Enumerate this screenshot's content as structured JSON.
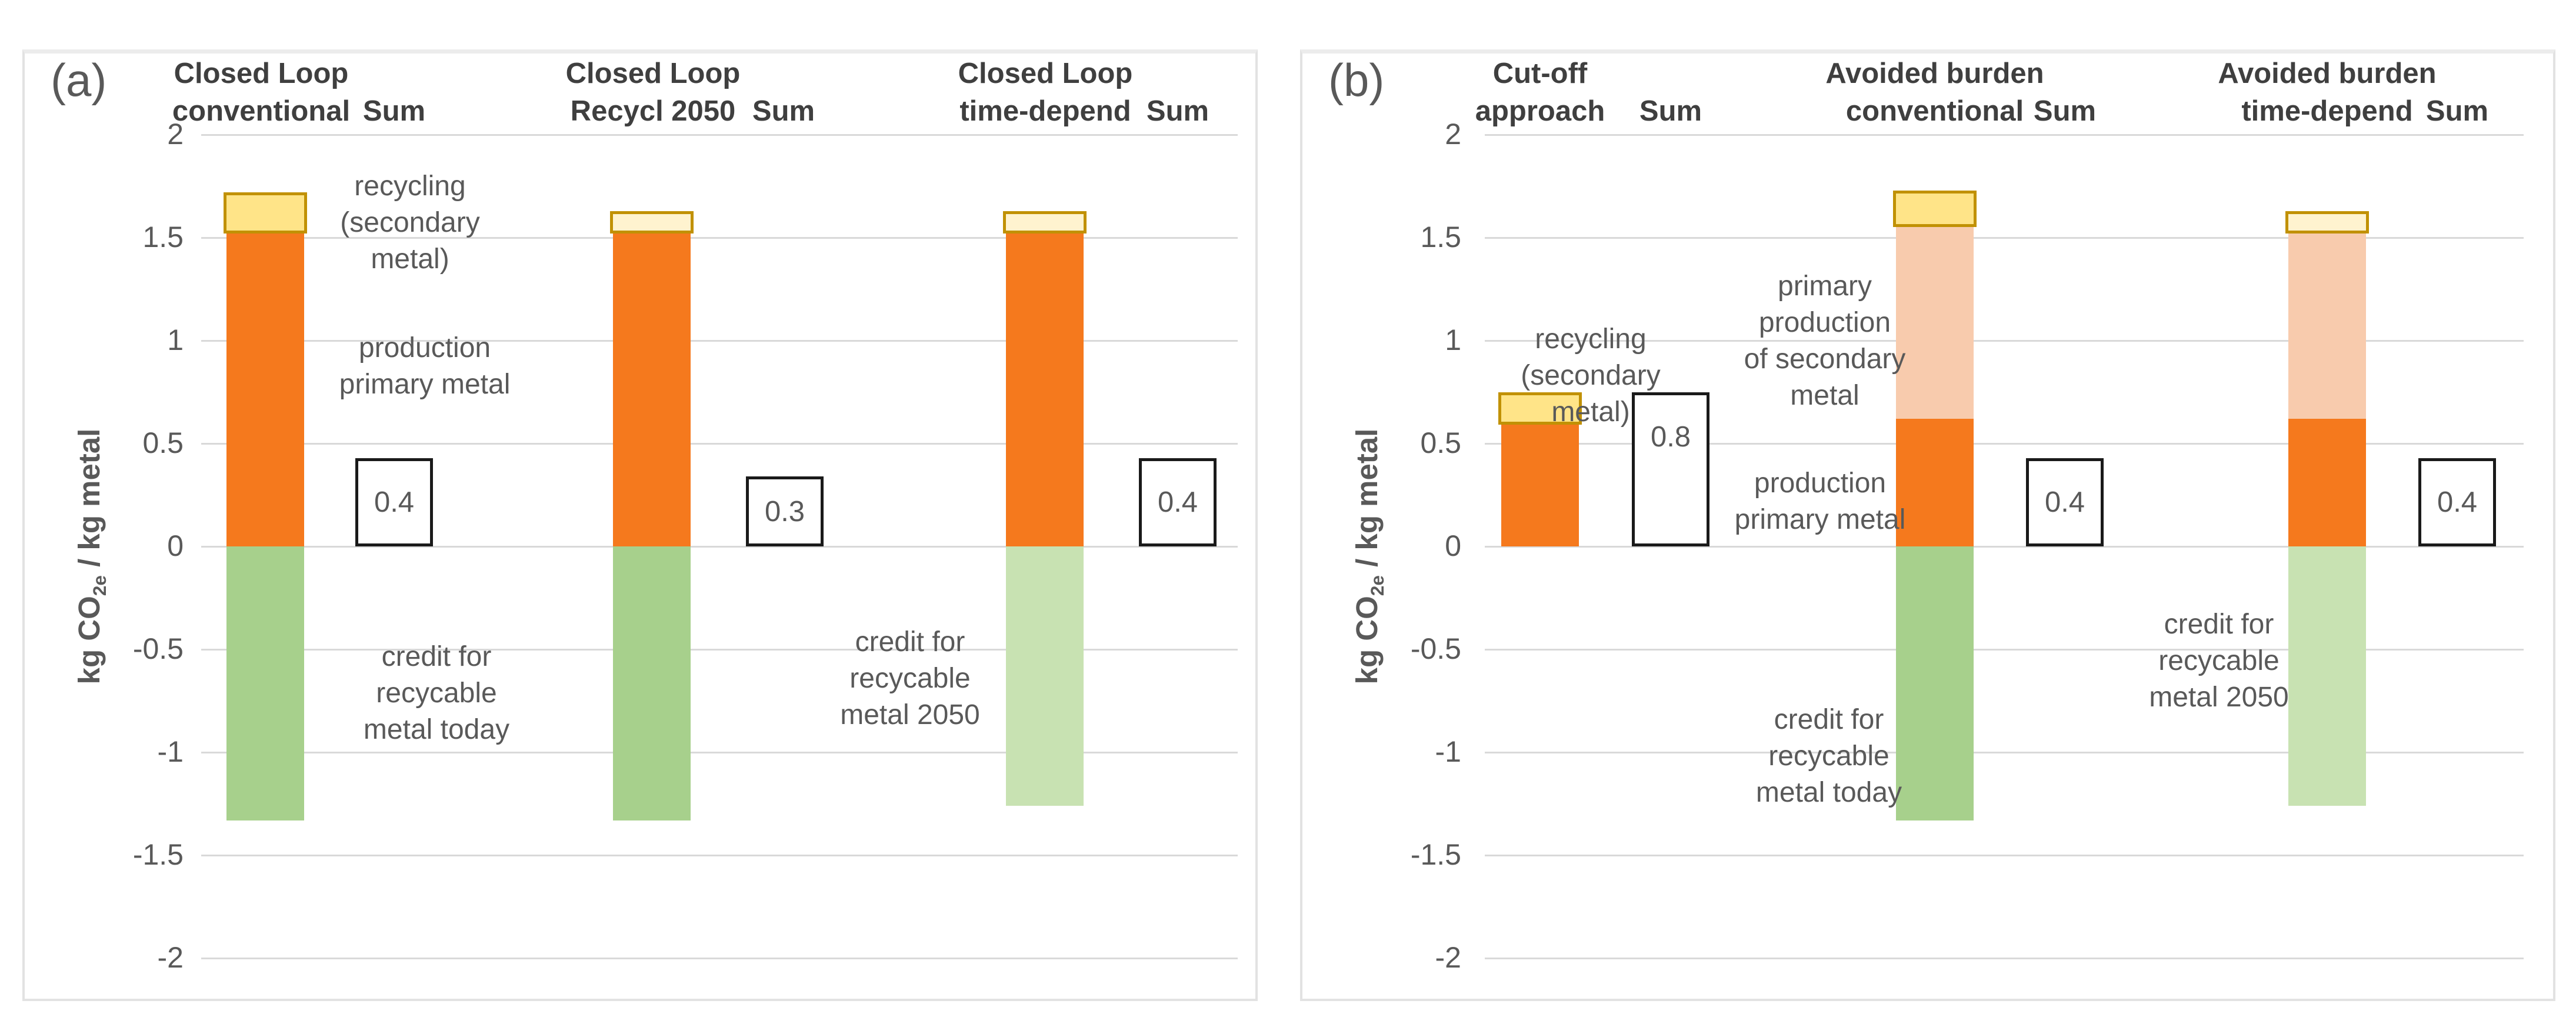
{
  "figure": {
    "background": "#FFFFFF",
    "panel_tags": [
      "(a)",
      "(b)"
    ],
    "axis": {
      "label": "kg CO2e / kg metal",
      "label_parts": {
        "pre": "kg CO",
        "sub": "2e",
        "post": " / kg metal"
      },
      "tick_labels": [
        "2",
        "1.5",
        "1",
        "0.5",
        "0",
        "-0.5",
        "-1",
        "-1.5",
        "-2"
      ],
      "tick_values": [
        2,
        1.5,
        1,
        0.5,
        0,
        -0.5,
        -1,
        -1.5,
        -2
      ],
      "ylim": [
        -2,
        2
      ]
    },
    "colors": {
      "orange": "#F5791D",
      "orange_light": "#F8CBAD",
      "gold": "#FFE488",
      "gold_pale": "#FFF3CF",
      "gold_border": "#C19104",
      "green": "#A7D08C",
      "green_light": "#C8E2B2",
      "grid": "#D9D9D9",
      "text": "#595959",
      "header_text": "#3F3F3F",
      "sum_box_border": "#1A1A1A",
      "card_border": "#E2E2E2"
    }
  },
  "chart_data": [
    {
      "type": "bar",
      "panel": "(a)",
      "stacked": true,
      "grid": true,
      "ylabel": "kg CO2e / kg metal",
      "ylim": [
        -2,
        2
      ],
      "ytick_step": 0.5,
      "groups": [
        {
          "category_lines": [
            "Closed Loop",
            "conventional"
          ],
          "sum_header": "Sum",
          "segments": [
            {
              "name": "production primary metal",
              "from": 0,
              "to": 1.55,
              "fill": "orange"
            },
            {
              "name": "recycling (secondary metal)",
              "from": 1.55,
              "to": 1.72,
              "fill": "gold",
              "bordered": true
            },
            {
              "name": "credit for recycable metal today",
              "from": 0,
              "to": -1.33,
              "fill": "green"
            }
          ],
          "sum": {
            "label": "0.4",
            "value": 0.4,
            "box_top": 0.43
          }
        },
        {
          "category_lines": [
            "Closed Loop",
            "Recycl 2050"
          ],
          "sum_header": "Sum",
          "segments": [
            {
              "name": "production primary metal",
              "from": 0,
              "to": 1.55,
              "fill": "orange"
            },
            {
              "name": "recycling (secondary metal)",
              "from": 1.55,
              "to": 1.63,
              "fill": "gold_pale",
              "bordered": true
            },
            {
              "name": "credit for recycable metal today",
              "from": 0,
              "to": -1.33,
              "fill": "green"
            }
          ],
          "sum": {
            "label": "0.3",
            "value": 0.3,
            "box_top": 0.34
          }
        },
        {
          "category_lines": [
            "Closed Loop",
            "time-depend"
          ],
          "sum_header": "Sum",
          "segments": [
            {
              "name": "production primary metal",
              "from": 0,
              "to": 1.55,
              "fill": "orange"
            },
            {
              "name": "recycling (secondary metal)",
              "from": 1.55,
              "to": 1.63,
              "fill": "gold_pale",
              "bordered": true
            },
            {
              "name": "credit for recycable metal 2050",
              "from": 0,
              "to": -1.26,
              "fill": "green_light"
            }
          ],
          "sum": {
            "label": "0.4",
            "value": 0.4,
            "box_top": 0.43
          }
        }
      ],
      "annotations": [
        {
          "lines": [
            "recycling",
            "(secondary",
            "metal)"
          ]
        },
        {
          "lines": [
            "production",
            "primary metal"
          ]
        },
        {
          "lines": [
            "credit for",
            "recycable",
            "metal today"
          ]
        },
        {
          "lines": [
            "credit for",
            "recycable",
            "metal 2050"
          ]
        }
      ]
    },
    {
      "type": "bar",
      "panel": "(b)",
      "stacked": true,
      "grid": true,
      "ylabel": "kg CO2e / kg metal",
      "ylim": [
        -2,
        2
      ],
      "ytick_step": 0.5,
      "groups": [
        {
          "category_lines": [
            "Cut-off",
            "approach"
          ],
          "sum_header": "Sum",
          "segments": [
            {
              "name": "production primary metal",
              "from": 0,
              "to": 0.62,
              "fill": "orange"
            },
            {
              "name": "recycling (secondary metal)",
              "from": 0.62,
              "to": 0.75,
              "fill": "gold",
              "bordered": true
            }
          ],
          "sum": {
            "label": "0.8",
            "value": 0.8,
            "box_top": 0.75
          }
        },
        {
          "category_lines": [
            "Avoided burden",
            "conventional"
          ],
          "sum_header": "Sum",
          "segments": [
            {
              "name": "production primary metal",
              "from": 0,
              "to": 0.62,
              "fill": "orange"
            },
            {
              "name": "primary production of secondary metal",
              "from": 0.62,
              "to": 1.58,
              "fill": "orange_light"
            },
            {
              "name": "recycling (secondary metal)",
              "from": 1.58,
              "to": 1.73,
              "fill": "gold",
              "bordered": true
            },
            {
              "name": "credit for recycable metal today",
              "from": 0,
              "to": -1.33,
              "fill": "green"
            }
          ],
          "sum": {
            "label": "0.4",
            "value": 0.4,
            "box_top": 0.43
          }
        },
        {
          "category_lines": [
            "Avoided burden",
            "time-depend"
          ],
          "sum_header": "Sum",
          "segments": [
            {
              "name": "production primary metal",
              "from": 0,
              "to": 0.62,
              "fill": "orange"
            },
            {
              "name": "primary production of secondary metal",
              "from": 0.62,
              "to": 1.55,
              "fill": "orange_light"
            },
            {
              "name": "recycling (secondary metal)",
              "from": 1.55,
              "to": 1.63,
              "fill": "gold_pale",
              "bordered": true
            },
            {
              "name": "credit for recycable metal 2050",
              "from": 0,
              "to": -1.26,
              "fill": "green_light"
            }
          ],
          "sum": {
            "label": "0.4",
            "value": 0.4,
            "box_top": 0.43
          }
        }
      ],
      "annotations": [
        {
          "lines": [
            "recycling",
            "(secondary",
            "metal)"
          ]
        },
        {
          "lines": [
            "primary",
            "production",
            "of secondary",
            "metal"
          ]
        },
        {
          "lines": [
            "production",
            "primary metal"
          ]
        },
        {
          "lines": [
            "credit for",
            "recycable",
            "metal today"
          ]
        },
        {
          "lines": [
            "credit for",
            "recycable",
            "metal 2050"
          ]
        }
      ]
    }
  ]
}
